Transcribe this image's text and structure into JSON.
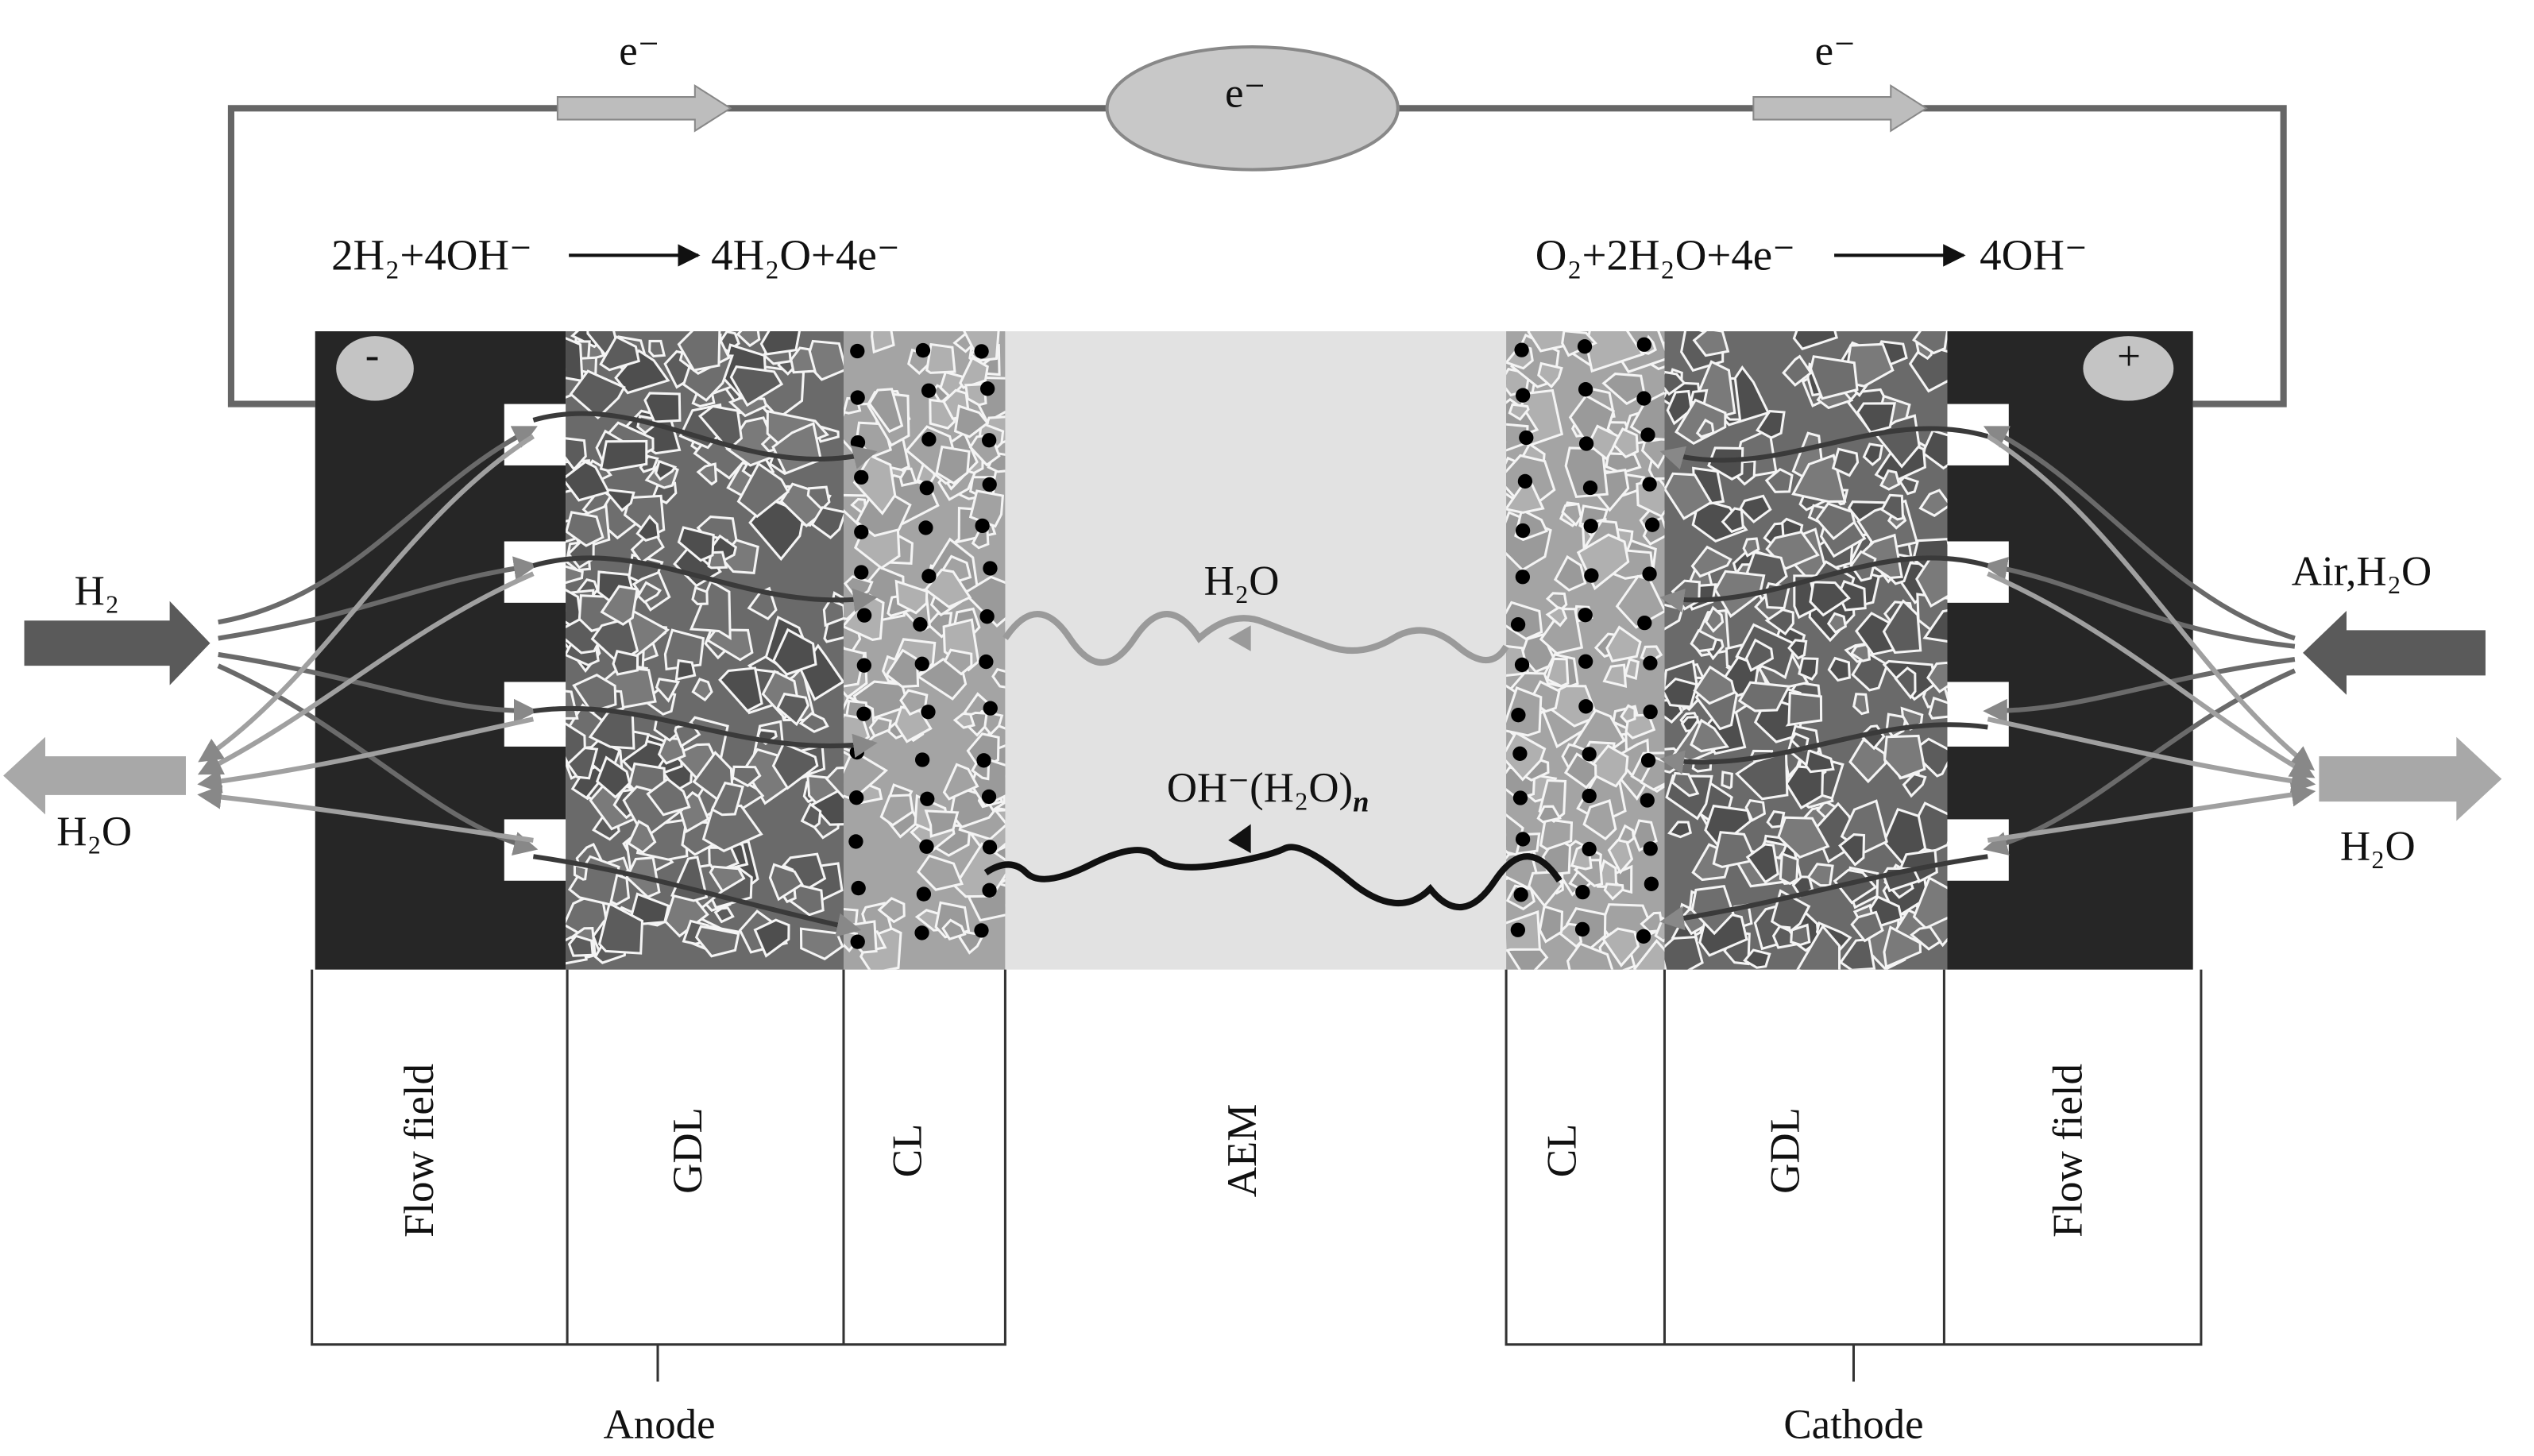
{
  "circuit": {
    "electron_left": "e⁻",
    "load_label": "e⁻",
    "electron_right": "e⁻",
    "anode_terminal": "-",
    "cathode_terminal": "+"
  },
  "reactions": {
    "anode": {
      "lhs": "2H₂+4OH⁻",
      "rhs": "4H₂O+4e⁻"
    },
    "cathode": {
      "lhs": "O₂+2H₂O+4e⁻",
      "rhs": "4OH⁻"
    }
  },
  "flows": {
    "anode_in": "H₂",
    "anode_out": "H₂O",
    "cathode_in": "Air,H₂O",
    "cathode_out": "H₂O",
    "membrane_water": "H₂O",
    "membrane_ion": "OH⁻(H₂O)",
    "membrane_ion_sub": "n"
  },
  "layers": [
    "Flow field",
    "GDL",
    "CL",
    "AEM",
    "CL",
    "GDL",
    "Flow field"
  ],
  "electrodes": {
    "anode": "Anode",
    "cathode": "Cathode"
  },
  "colors": {
    "flow_field": "#262626",
    "gdl": "#6a6a6a",
    "cl": "#a4a4a4",
    "aem": "#e2e2e2",
    "wire": "#666666",
    "light_arrow": "#a8a8a8",
    "dark_arrow": "#5a5a5a"
  }
}
